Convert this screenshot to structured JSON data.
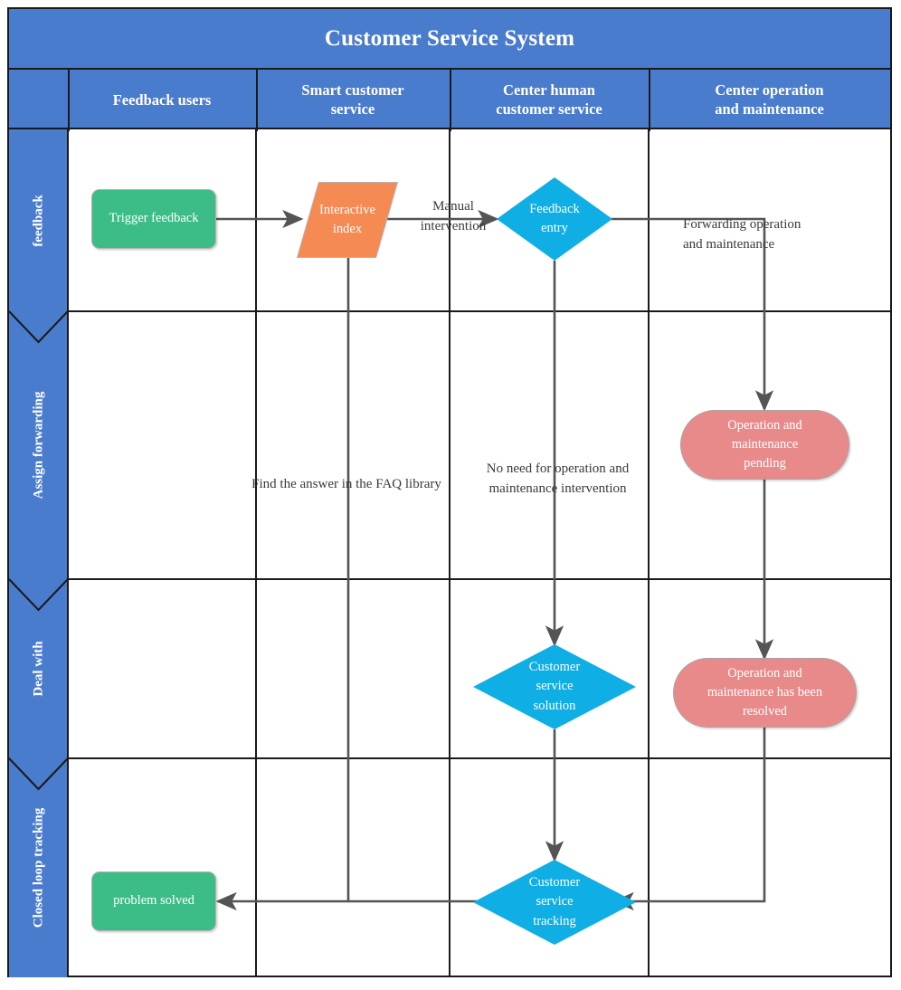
{
  "diagram": {
    "title": "Customer Service System",
    "columns": [
      {
        "id": "feedback-users",
        "label": "Feedback users"
      },
      {
        "id": "smart-customer-service",
        "label": "Smart customer\nservice"
      },
      {
        "id": "center-human-customer-service",
        "label": "Center human\ncustomer service"
      },
      {
        "id": "center-operation-and-maintenance",
        "label": "Center operation\nand maintenance"
      }
    ],
    "lanes": [
      {
        "id": "feedback",
        "label": "feedback"
      },
      {
        "id": "assign-forwarding",
        "label": "Assign forwarding"
      },
      {
        "id": "deal-with",
        "label": "Deal with"
      },
      {
        "id": "closed-loop-tracking",
        "label": "Closed loop tracking"
      }
    ],
    "nodes": [
      {
        "id": "trigger-feedback",
        "label": "Trigger feedback",
        "shape": "rounded-rect",
        "color": "#3cbc87",
        "lane": "feedback",
        "column": "feedback-users"
      },
      {
        "id": "interactive-index",
        "label": "Interactive\nindex",
        "shape": "parallelogram",
        "color": "#f58a52",
        "lane": "feedback",
        "column": "smart-customer-service"
      },
      {
        "id": "feedback-entry",
        "label": "Feedback\nentry",
        "shape": "diamond",
        "color": "#0faee4",
        "lane": "feedback",
        "column": "center-human-customer-service"
      },
      {
        "id": "operation-and-maintenance-pending",
        "label": "Operation and\nmaintenance\npending",
        "shape": "pill",
        "color": "#e88a8a",
        "lane": "assign-forwarding",
        "column": "center-operation-and-maintenance"
      },
      {
        "id": "customer-service-solution",
        "label": "Customer\nservice\nsolution",
        "shape": "diamond",
        "color": "#0faee4",
        "lane": "deal-with",
        "column": "center-human-customer-service"
      },
      {
        "id": "operation-and-maintenance-has-been-resolved",
        "label": "Operation and\nmaintenance has been\nresolved",
        "shape": "pill",
        "color": "#e88a8a",
        "lane": "deal-with",
        "column": "center-operation-and-maintenance"
      },
      {
        "id": "customer-service-tracking",
        "label": "Customer\nservice\ntracking",
        "shape": "diamond",
        "color": "#0faee4",
        "lane": "closed-loop-tracking",
        "column": "center-human-customer-service"
      },
      {
        "id": "problem-solved",
        "label": "problem solved",
        "shape": "rounded-rect",
        "color": "#3cbc87",
        "lane": "closed-loop-tracking",
        "column": "feedback-users"
      }
    ],
    "edge_labels": [
      {
        "id": "manual-intervention",
        "text": "Manual\nintervention"
      },
      {
        "id": "forwarding-operation-and-maintenance",
        "text": "Forwarding operation\nand maintenance"
      },
      {
        "id": "find-the-answer-in-the-faq-library",
        "text": "Find the answer in the FAQ library"
      },
      {
        "id": "no-need-for-operation-and-maintenance-intervention",
        "text": "No need for operation and\nmaintenance intervention"
      }
    ],
    "colors": {
      "header_blue": "#4a7ccd",
      "green": "#3cbc87",
      "orange": "#f58a52",
      "cyan": "#0faee4",
      "pink": "#e88a8a",
      "connector": "#545454",
      "border": "#1a1a1a"
    }
  }
}
